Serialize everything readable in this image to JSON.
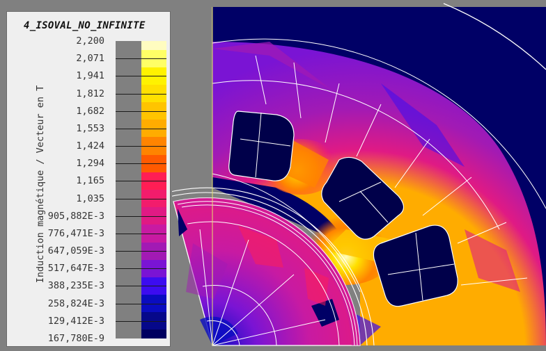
{
  "legend": {
    "title": "4_ISOVAL_NO_INFINITE",
    "quantity_label": "Induction magnétique / Vecteur en T",
    "levels": [
      {
        "label": "2,200",
        "color": "#fffcc0"
      },
      {
        "label": "2,071",
        "color": "#ffff66"
      },
      {
        "label": "1,941",
        "color": "#fff200"
      },
      {
        "label": "1,812",
        "color": "#ffe000"
      },
      {
        "label": "1,682",
        "color": "#ffc400"
      },
      {
        "label": "1,553",
        "color": "#ffac00"
      },
      {
        "label": "1,424",
        "color": "#ff8400"
      },
      {
        "label": "1,294",
        "color": "#ff5a00"
      },
      {
        "label": "1,165",
        "color": "#ff1e54"
      },
      {
        "label": "1,035",
        "color": "#f21c6c"
      },
      {
        "label": "905,882E-3",
        "color": "#e01a84"
      },
      {
        "label": "776,471E-3",
        "color": "#c81aa2"
      },
      {
        "label": "647,059E-3",
        "color": "#a21ab4"
      },
      {
        "label": "517,647E-3",
        "color": "#7a14d4"
      },
      {
        "label": "388,235E-3",
        "color": "#3c0cf0"
      },
      {
        "label": "258,824E-3",
        "color": "#0a0cc0"
      },
      {
        "label": "129,412E-3",
        "color": "#06088a"
      },
      {
        "label": "167,780E-9",
        "color": "#000060"
      }
    ]
  },
  "colors": {
    "background": "#808080",
    "mesh_lines": "#ffffff",
    "stator_yoke": "#000066",
    "slot_fill": "#00004a"
  }
}
